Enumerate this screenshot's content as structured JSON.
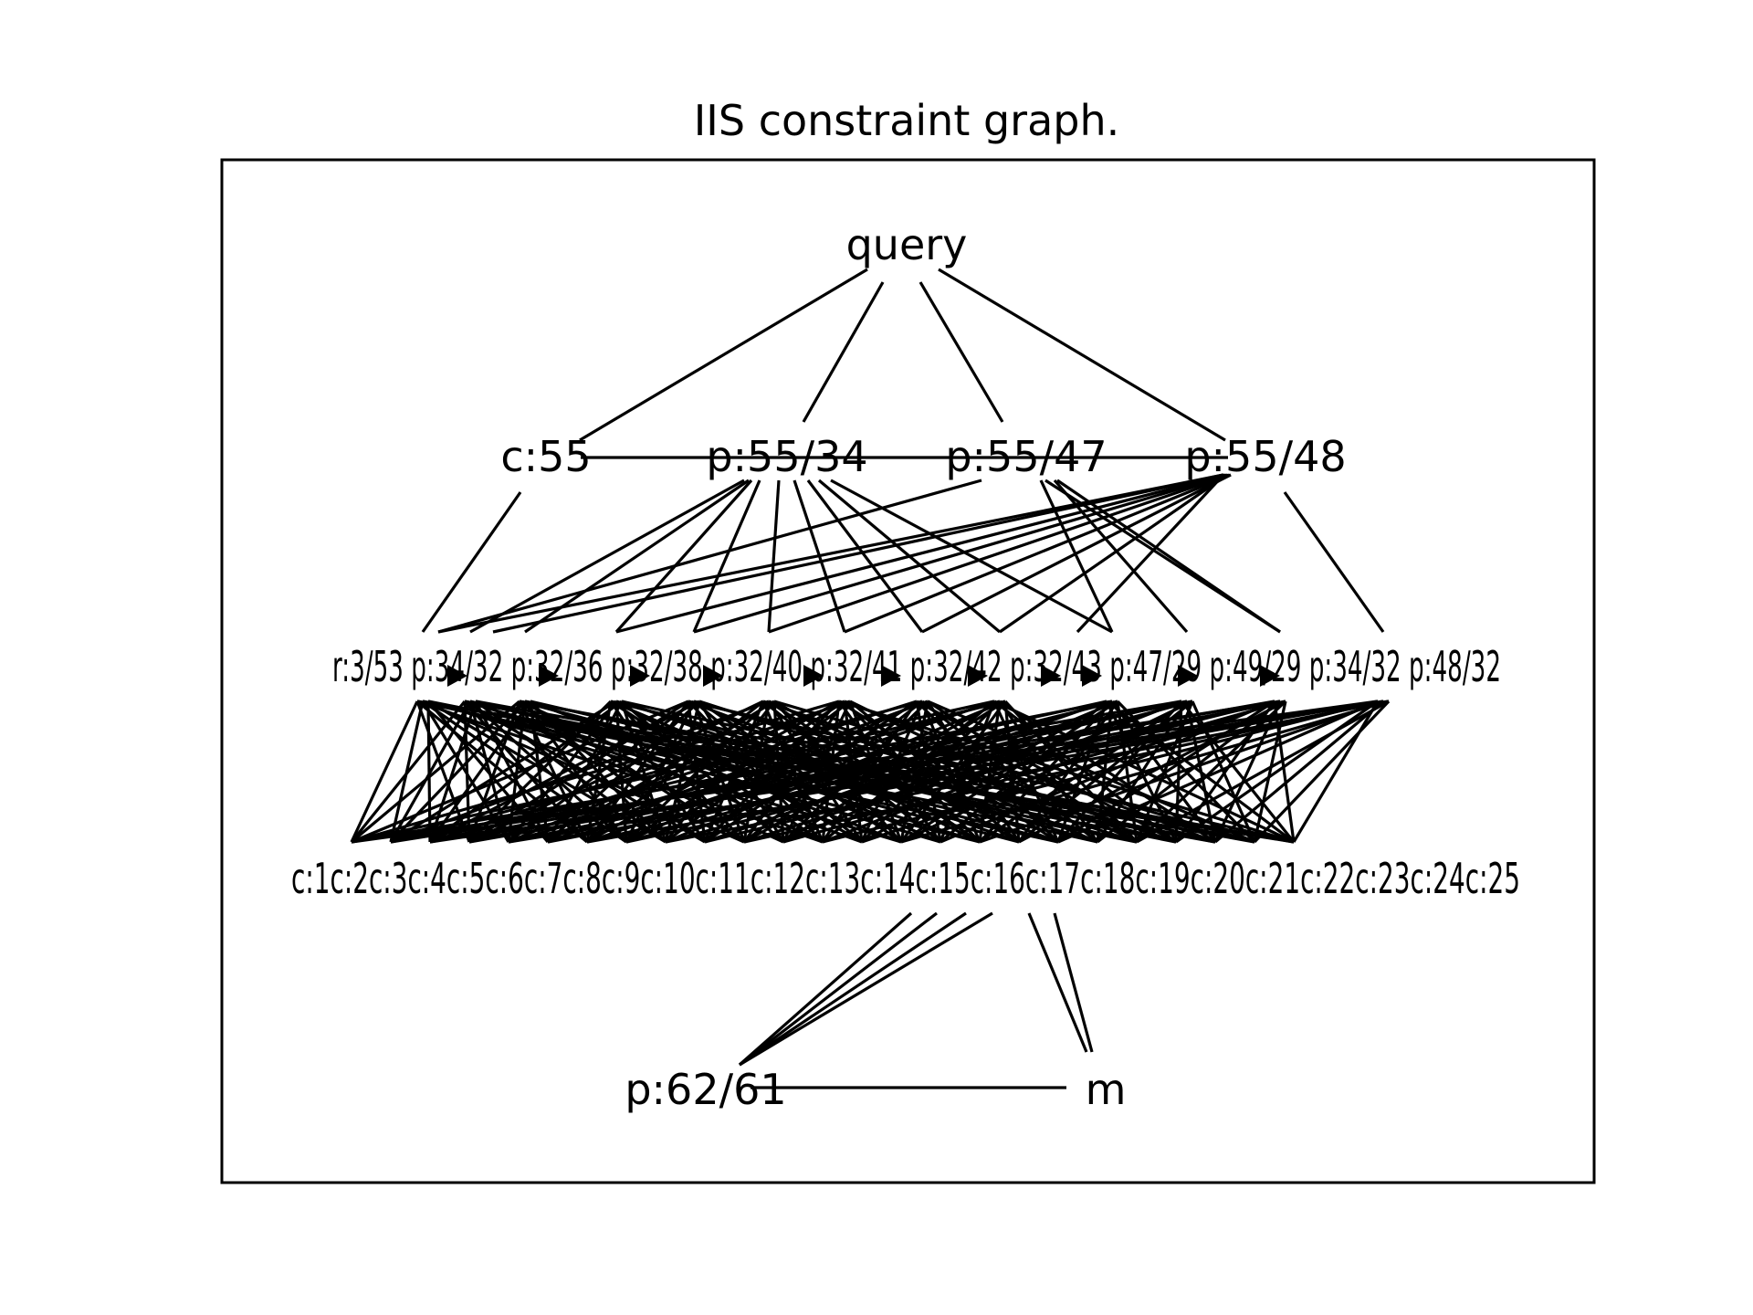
{
  "title": "IIS constraint graph.",
  "colors": {
    "edge": "#000000",
    "frame": "#000000",
    "background": "#ffffff",
    "text": "#000000"
  },
  "nodes": {
    "query": "query",
    "c55": "c:55",
    "p55_34": "p:55/34",
    "p55_47": "p:55/47",
    "p55_48": "p:55/48",
    "row3_text": "r:3/53 p:34/32 p:32/36 p:32/38 p:32/40 p:32/41 p:32/42 p:32/43 p:47/29 p:49/29 p:34/32 p:48/32",
    "row4_text": "c:1c:2c:3c:4c:5c:6c:7c:8c:9c:10c:11c:12c:13c:14c:15c:16c:17c:18c:19c:20c:21c:22c:23c:24c:25",
    "p62_61": "p:62/61",
    "m": "m"
  }
}
